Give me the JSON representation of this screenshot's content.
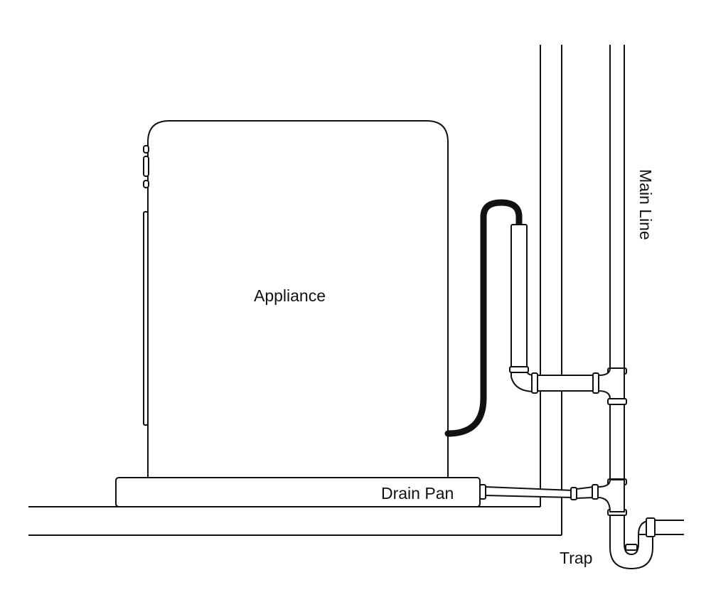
{
  "labels": {
    "appliance": "Appliance",
    "drain_pan": "Drain Pan",
    "main_line": "Main Line",
    "trap": "Trap"
  },
  "colors": {
    "line": "#111111",
    "background": "#ffffff",
    "hose": "#111111"
  }
}
